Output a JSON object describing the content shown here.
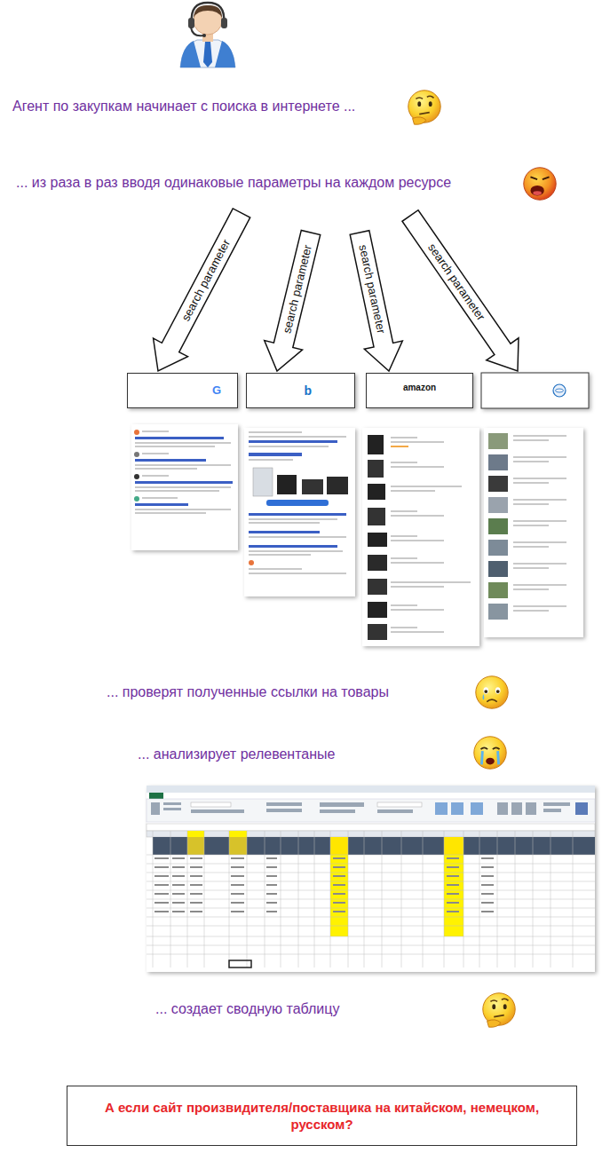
{
  "diagram": {
    "nodes": [
      {
        "text": [
          "G"
        ]
      },
      {
        "text": [
          "b"
        ]
      },
      {
        "text": [
          "amazon"
        ]
      },
      {
        "text": [
          "А если сайт произвидителя/поставщика на китайском, немецком, русском?"
        ]
      }
    ],
    "labels": [
      "Агент по закупкам начинает с поиска в интернете ...",
      "... из раза в раз вводя одинаковые параметры на каждом ресурсе",
      "search parameter",
      "search parameter",
      "search parameter",
      "search parameter",
      "... проверят полученные ссылки на товары",
      "... анализирует релевентаные",
      "... создает сводную таблицу"
    ]
  }
}
